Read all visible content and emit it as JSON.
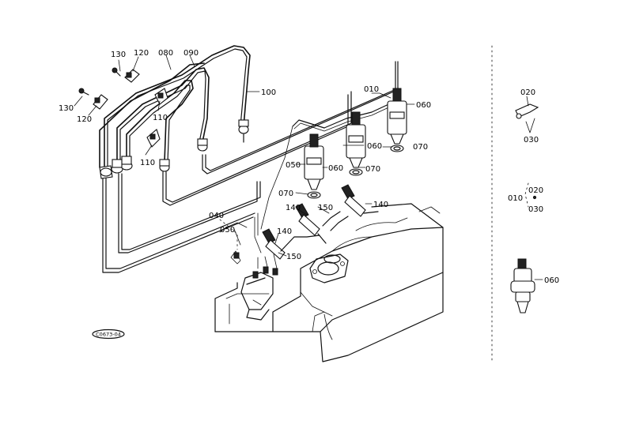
{
  "drawing_code": "C0673-04",
  "callouts": {
    "c130a": "130",
    "c120a": "120",
    "c080": "080",
    "c090": "090",
    "c100": "100",
    "c130b": "130",
    "c120b": "120",
    "c110a": "110",
    "c110b": "110",
    "c010": "010",
    "c060a": "060",
    "c060b": "060",
    "c070a": "070",
    "c050a": "050",
    "c060c": "060",
    "c070b": "070",
    "c070c": "070",
    "c140a": "140",
    "c150a": "150",
    "c140b": "140",
    "c040": "040",
    "c050b": "050",
    "c140c": "140",
    "c150b": "150"
  },
  "detail_callouts": {
    "d020a": "020",
    "d030a": "030",
    "d010": "010",
    "d020b": "020",
    "d030b": "030",
    "d060": "060"
  }
}
